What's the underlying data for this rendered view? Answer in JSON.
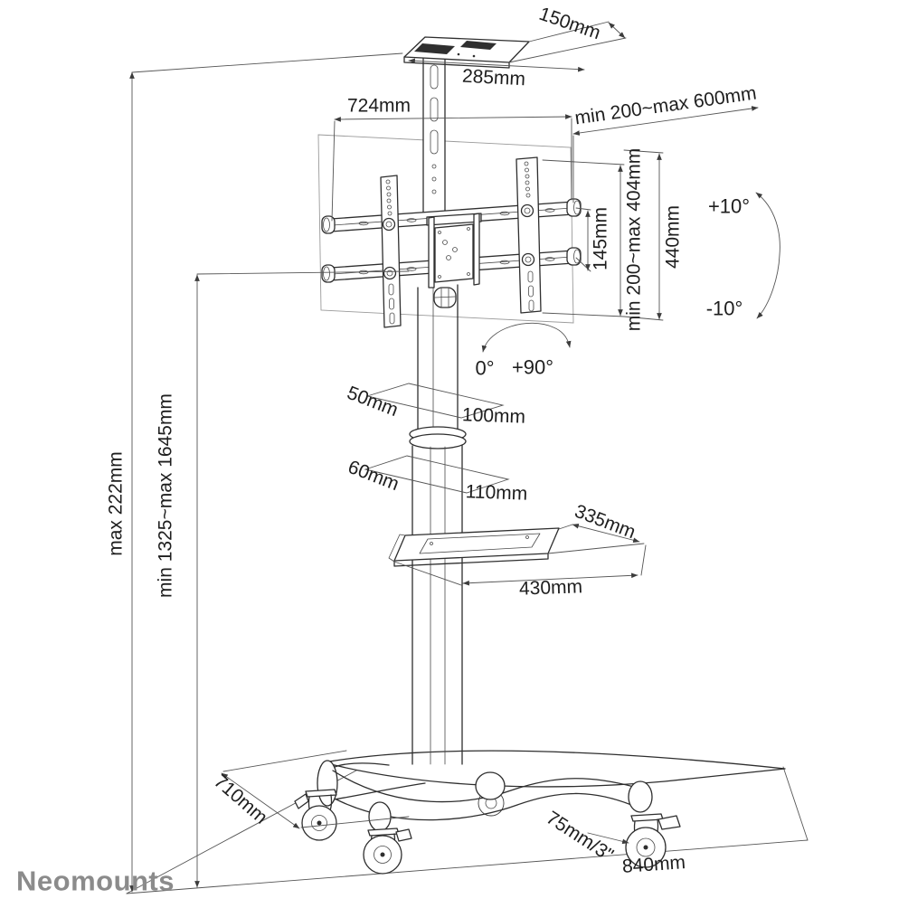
{
  "brand": {
    "logo_text": "Neomounts"
  },
  "dims": {
    "tray_depth": "150mm",
    "tray_width": "285mm",
    "bracket_width": "724mm",
    "vesa_width_range": "min 200~max 600mm",
    "rail_gap": "145mm",
    "vesa_height_range": "min 200~max 404mm",
    "bracket_height": "440mm",
    "tilt_up": "+10°",
    "tilt_down": "-10°",
    "swivel_start": "0°",
    "swivel_end": "+90°",
    "upper_column_depth": "50mm",
    "upper_column_width": "100mm",
    "lower_column_depth": "60mm",
    "lower_column_width": "110mm",
    "shelf_depth": "335mm",
    "shelf_width": "430mm",
    "column_travel": "max 222mm",
    "height_range": "min 1325~max 1645mm",
    "base_depth": "710mm",
    "caster_size": "75mm/3\"",
    "base_width": "840mm"
  }
}
